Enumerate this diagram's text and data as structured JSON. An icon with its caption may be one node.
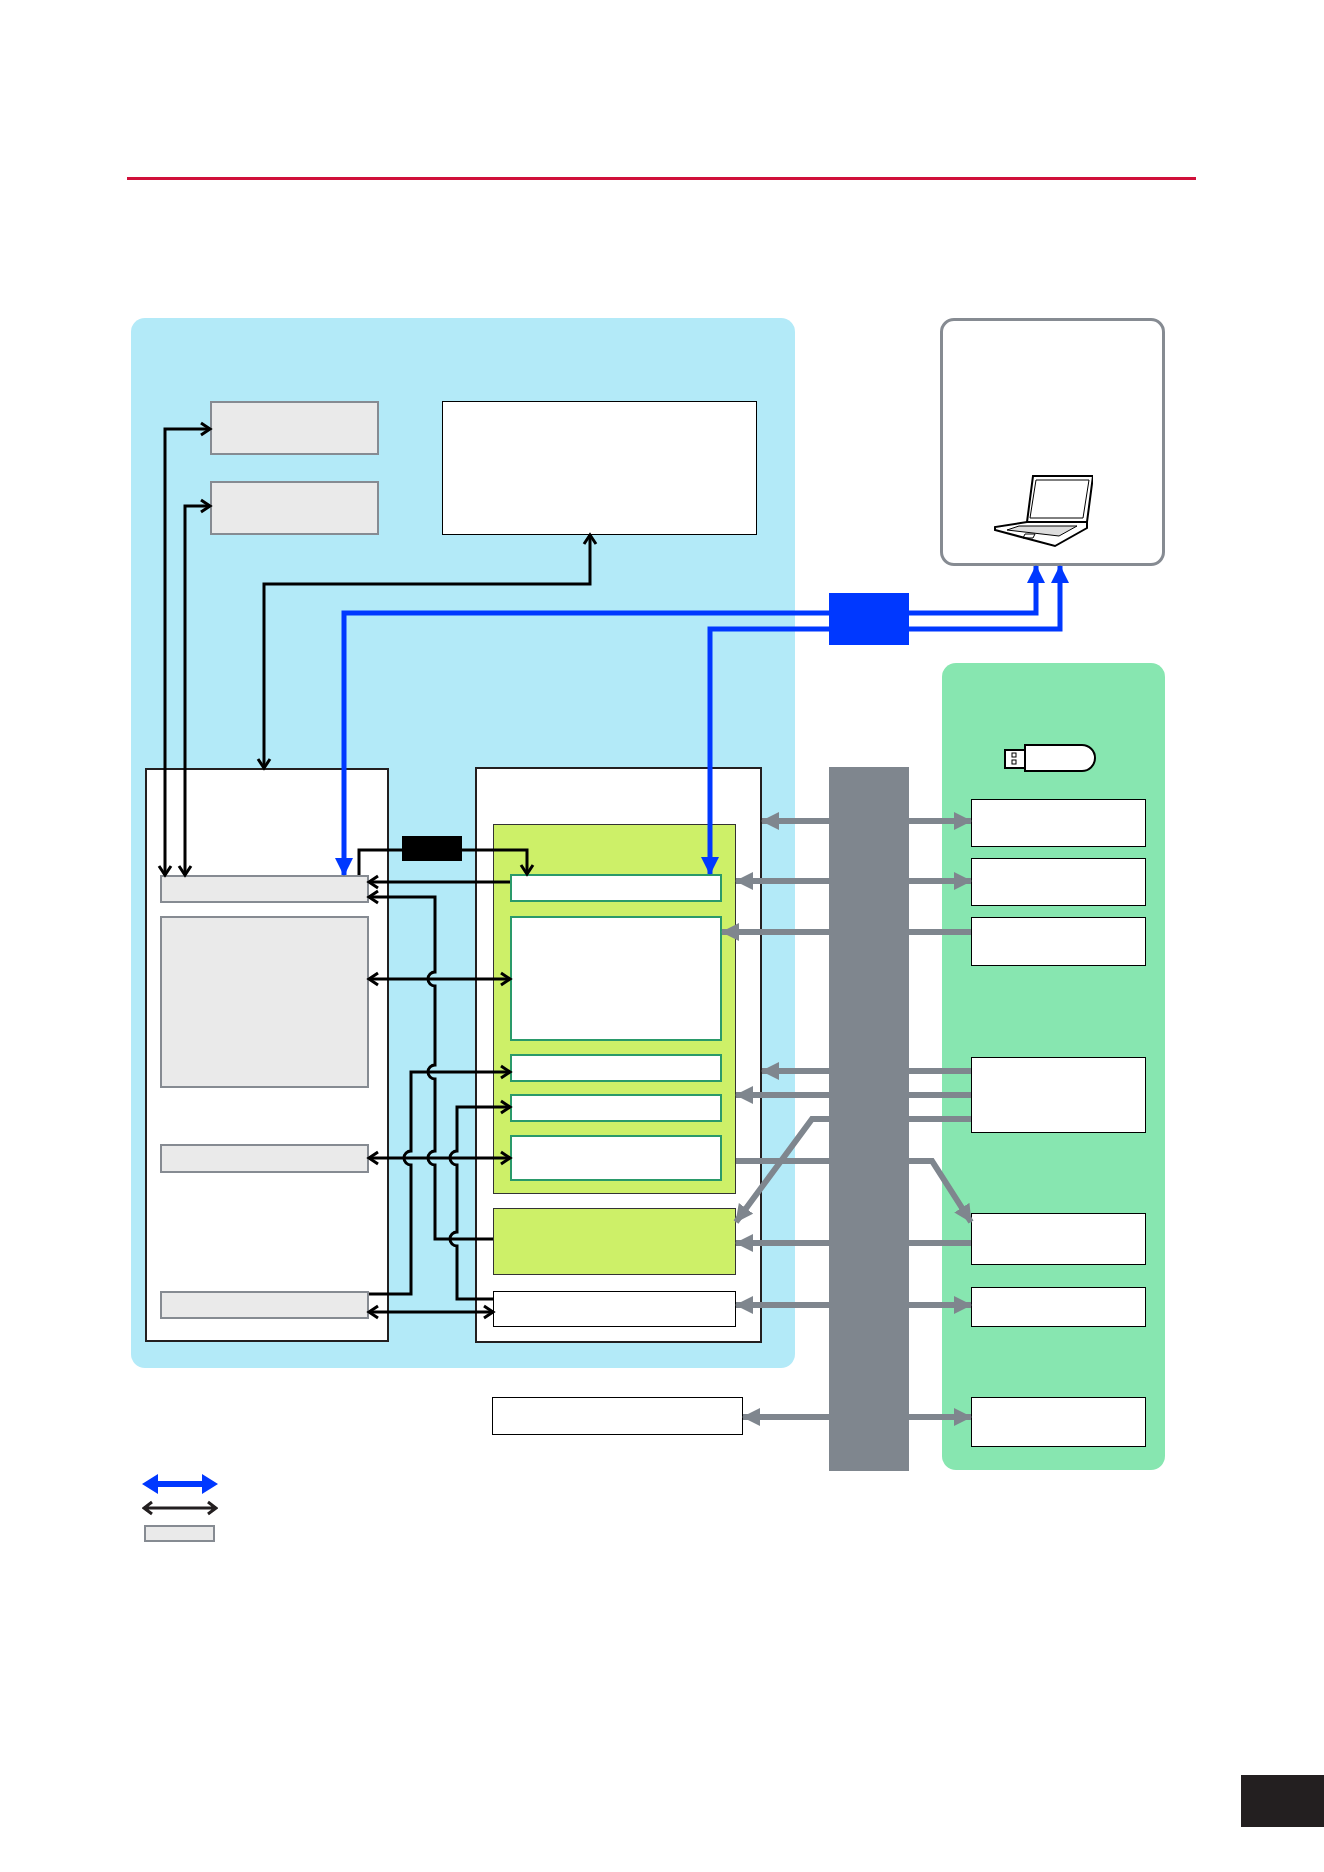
{
  "diagram": {
    "nodes": [
      {
        "text": [],
        "shape": "box"
      },
      {
        "text": [],
        "shape": "box",
        "in": 0
      },
      {
        "text": [],
        "shape": "box",
        "in": 0
      },
      {
        "text": [],
        "shape": "box",
        "in": 0
      },
      {
        "text": [],
        "shape": "box"
      },
      {
        "text": [],
        "shape": "box"
      },
      {
        "text": [],
        "shape": "box"
      },
      {
        "text": [],
        "shape": "bar"
      },
      {
        "text": [],
        "shape": "box",
        "in": 0
      },
      {
        "text": [],
        "shape": "box",
        "in": 8
      },
      {
        "text": [],
        "shape": "box",
        "in": 8
      },
      {
        "text": [],
        "shape": "box",
        "in": 8
      },
      {
        "text": [],
        "shape": "box",
        "in": 8
      },
      {
        "text": [],
        "shape": "box",
        "in": 0
      },
      {
        "text": [],
        "shape": "box",
        "in": 0
      },
      {
        "text": [],
        "shape": "box",
        "in": 14
      },
      {
        "text": [],
        "shape": "box",
        "in": 15
      },
      {
        "text": [],
        "shape": "box",
        "in": 15
      },
      {
        "text": [],
        "shape": "box",
        "in": 15
      },
      {
        "text": [],
        "shape": "box",
        "in": 15
      },
      {
        "text": [],
        "shape": "box",
        "in": 15
      },
      {
        "text": [],
        "shape": "box",
        "in": 14
      },
      {
        "text": [],
        "shape": "box",
        "in": 14
      },
      {
        "text": [],
        "shape": "box"
      },
      {
        "text": [],
        "shape": "box",
        "in": 6
      },
      {
        "text": [],
        "shape": "box",
        "in": 6
      },
      {
        "text": [],
        "shape": "box",
        "in": 6
      },
      {
        "text": [],
        "shape": "box",
        "in": 6
      },
      {
        "text": [],
        "shape": "box",
        "in": 6
      },
      {
        "text": [],
        "shape": "box",
        "in": 6
      },
      {
        "text": [],
        "shape": "box",
        "in": 6
      }
    ],
    "edges": [
      {
        "from": 9,
        "to": 1,
        "arrow": "both",
        "color": "#000000"
      },
      {
        "from": 9,
        "to": 2,
        "arrow": "both",
        "color": "#000000"
      },
      {
        "from": 3,
        "to": 8,
        "arrow": "both",
        "color": "#000000"
      },
      {
        "from": 5,
        "to": 4,
        "arrow": "to",
        "color": "#0038ff"
      },
      {
        "from": 5,
        "to": 4,
        "arrow": "to",
        "color": "#0038ff"
      },
      {
        "from": 5,
        "to": 9,
        "arrow": "to",
        "color": "#0038ff"
      },
      {
        "from": 5,
        "to": 16,
        "arrow": "to",
        "color": "#0038ff"
      },
      {
        "from": 9,
        "to": 13,
        "arrow": "none",
        "color": "#000000"
      },
      {
        "from": 13,
        "to": 16,
        "arrow": "to",
        "color": "#000000"
      },
      {
        "from": 16,
        "to": 9,
        "arrow": "to",
        "color": "#000000"
      },
      {
        "from": 21,
        "to": 9,
        "arrow": "to",
        "color": "#000000"
      },
      {
        "from": 10,
        "to": 17,
        "arrow": "both",
        "color": "#000000"
      },
      {
        "from": 12,
        "to": 18,
        "arrow": "to",
        "color": "#000000"
      },
      {
        "from": 22,
        "to": 19,
        "arrow": "to",
        "color": "#000000"
      },
      {
        "from": 11,
        "to": 20,
        "arrow": "both",
        "color": "#000000"
      },
      {
        "from": 12,
        "to": 22,
        "arrow": "both",
        "color": "#000000"
      },
      {
        "from": 7,
        "to": 14,
        "arrow": "to"
      },
      {
        "from": 7,
        "to": 24,
        "arrow": "to"
      },
      {
        "from": 7,
        "to": 15,
        "arrow": "to"
      },
      {
        "from": 7,
        "to": 25,
        "arrow": "to"
      },
      {
        "from": 7,
        "to": 17,
        "arrow": "to"
      },
      {
        "from": 26,
        "to": 7,
        "arrow": "none"
      },
      {
        "from": 7,
        "to": 14,
        "arrow": "to"
      },
      {
        "from": 27,
        "to": 7,
        "arrow": "none"
      },
      {
        "from": 7,
        "to": 15,
        "arrow": "to"
      },
      {
        "from": 27,
        "to": 7,
        "arrow": "none"
      },
      {
        "from": 7,
        "to": 21,
        "arrow": "to"
      },
      {
        "from": 27,
        "to": 7,
        "arrow": "none"
      },
      {
        "from": 15,
        "to": 7,
        "arrow": "none"
      },
      {
        "from": 7,
        "to": 28,
        "arrow": "to"
      },
      {
        "from": 7,
        "to": 21,
        "arrow": "to"
      },
      {
        "from": 28,
        "to": 7,
        "arrow": "none"
      },
      {
        "from": 7,
        "to": 22,
        "arrow": "to"
      },
      {
        "from": 7,
        "to": 29,
        "arrow": "to"
      },
      {
        "from": 7,
        "to": 23,
        "arrow": "to"
      },
      {
        "from": 7,
        "to": 30,
        "arrow": "to"
      }
    ]
  }
}
